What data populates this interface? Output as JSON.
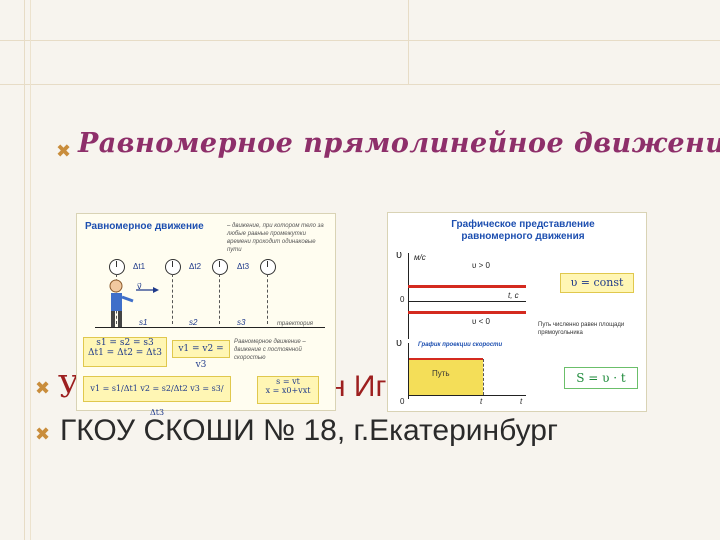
{
  "slide": {
    "title": "Равномерное прямолинейное движение",
    "line1_start": "У",
    "line1_end": "н Иг",
    "line2": "ГКОУ СКОШИ № 18, г.Екатеринбург"
  },
  "panel1": {
    "heading": "Равномерное движение",
    "definition": "– движение, при котором тело за любые равные промежутки времени проходит одинаковые пути",
    "interval_labels": [
      "Δt1",
      "Δt2",
      "Δt3"
    ],
    "velocity_label": "v⃗",
    "segment_labels": [
      "s1",
      "s2",
      "s3"
    ],
    "trajectory_label": "траектория",
    "equal_paths": "s1 = s2 = s3",
    "equal_times": "Δt1 = Δt2 = Δt3",
    "equal_speeds": "v1 = v2 = v3",
    "note": "Равномерное движение – движение с постоянной скоростью",
    "speed_formulas": [
      "v1 = s1/Δt1",
      "v2 = s2/Δt2",
      "v3 = s3/Δt3"
    ],
    "path_formula": "s = vt",
    "coord_formula": "x = x0+vxt"
  },
  "panel2": {
    "heading_line1": "Графическое представление",
    "heading_line2": "равномерного движения",
    "v_axis": "υ",
    "v_unit": "м/с",
    "t_axis": "t, c",
    "zero": "0",
    "positive": "υ > 0",
    "negative": "υ < 0",
    "const": "υ = const",
    "area_note": "Путь численно равен площади прямоугольника",
    "speed_graph_title": "График проекции скорости",
    "path_label": "Путь",
    "t_label": "t",
    "path_formula": "S = υ · t"
  },
  "colors": {
    "title": "#8e2f6a",
    "bullet": "#c98d3c",
    "panel_blue": "#1d4fb0",
    "red": "#d42a1f"
  }
}
